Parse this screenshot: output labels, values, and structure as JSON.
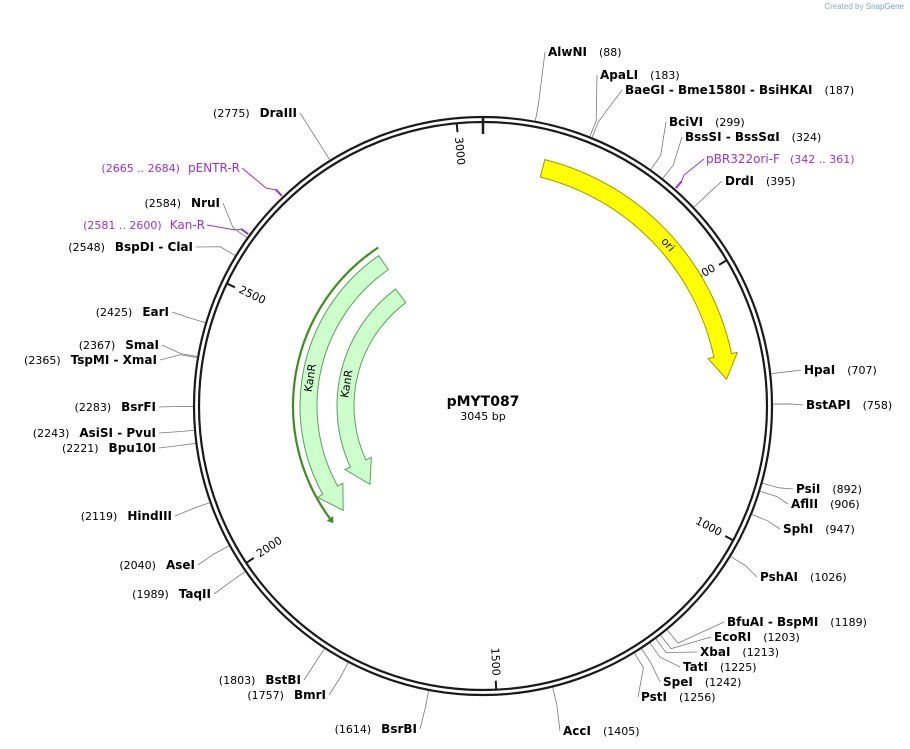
{
  "credit": {
    "prefix": "Created by",
    "brand": "SnapGene"
  },
  "plasmid": {
    "name": "pMYT087",
    "size_label": "3045 bp",
    "length": 3045
  },
  "ticks": [
    {
      "pos": 500,
      "label": "500"
    },
    {
      "pos": 1000,
      "label": "1000"
    },
    {
      "pos": 1500,
      "label": "1500"
    },
    {
      "pos": 2000,
      "label": "2000"
    },
    {
      "pos": 2500,
      "label": "2500"
    },
    {
      "pos": 3000,
      "label": "3000"
    }
  ],
  "features": [
    {
      "name": "ori",
      "start": 119,
      "end": 708,
      "direction": "cw",
      "color": "#ffff00",
      "stroke": "#9b9b00"
    },
    {
      "name": "KanR",
      "start": 1973,
      "end": 2751,
      "direction": "ccw",
      "color": "#ccffcc",
      "stroke": "#5aa05a"
    },
    {
      "name": "KanR",
      "start": 1990,
      "end": 2734,
      "direction": "ccw",
      "color": "#ccffcc",
      "stroke": "#5aa05a"
    }
  ],
  "orf": {
    "start": 1962,
    "end": 2762,
    "color": "#3e8e1b"
  },
  "primers": [
    {
      "name": "pBR322ori-F",
      "range": "(342 .. 361)",
      "pos": 351
    },
    {
      "name": "pENTR-R",
      "range": "(2665 .. 2684)",
      "pos": 2675
    },
    {
      "name": "Kan-R",
      "range": "(2581 .. 2600)",
      "pos": 2590
    }
  ],
  "sites": [
    {
      "name": "AlwNI",
      "pos": 88,
      "num": "(88)"
    },
    {
      "name": "ApaLI",
      "pos": 183,
      "num": "(183)"
    },
    {
      "name": "BaeGI  -  Bme1580I  -  BsiHKAI",
      "pos": 187,
      "num": "(187)"
    },
    {
      "name": "BciVI",
      "pos": 299,
      "num": "(299)"
    },
    {
      "name": "BssSI  -  BssSαI",
      "pos": 324,
      "num": "(324)"
    },
    {
      "name": "DrdI",
      "pos": 395,
      "num": "(395)"
    },
    {
      "name": "HpaI",
      "pos": 707,
      "num": "(707)"
    },
    {
      "name": "BstAPI",
      "pos": 758,
      "num": "(758)"
    },
    {
      "name": "PsiI",
      "pos": 892,
      "num": "(892)"
    },
    {
      "name": "AflII",
      "pos": 906,
      "num": "(906)"
    },
    {
      "name": "SphI",
      "pos": 947,
      "num": "(947)"
    },
    {
      "name": "PshAI",
      "pos": 1026,
      "num": "(1026)"
    },
    {
      "name": "BfuAI  -  BspMI",
      "pos": 1189,
      "num": "(1189)"
    },
    {
      "name": "EcoRI",
      "pos": 1203,
      "num": "(1203)"
    },
    {
      "name": "XbaI",
      "pos": 1213,
      "num": "(1213)"
    },
    {
      "name": "TatI",
      "pos": 1225,
      "num": "(1225)"
    },
    {
      "name": "SpeI",
      "pos": 1242,
      "num": "(1242)"
    },
    {
      "name": "PstI",
      "pos": 1256,
      "num": "(1256)"
    },
    {
      "name": "AccI",
      "pos": 1405,
      "num": "(1405)"
    },
    {
      "name": "BsrBI",
      "pos": 1614,
      "num": "(1614)"
    },
    {
      "name": "BmrI",
      "pos": 1757,
      "num": "(1757)"
    },
    {
      "name": "BstBI",
      "pos": 1803,
      "num": "(1803)"
    },
    {
      "name": "TaqII",
      "pos": 1989,
      "num": "(1989)"
    },
    {
      "name": "AseI",
      "pos": 2040,
      "num": "(2040)"
    },
    {
      "name": "HindIII",
      "pos": 2119,
      "num": "(2119)"
    },
    {
      "name": "Bpu10I",
      "pos": 2221,
      "num": "(2221)"
    },
    {
      "name": "AsiSI  -  PvuI",
      "pos": 2243,
      "num": "(2243)"
    },
    {
      "name": "BsrFI",
      "pos": 2283,
      "num": "(2283)"
    },
    {
      "name": "TspMI  -  XmaI",
      "pos": 2365,
      "num": "(2365)"
    },
    {
      "name": "SmaI",
      "pos": 2367,
      "num": "(2367)"
    },
    {
      "name": "EarI",
      "pos": 2425,
      "num": "(2425)"
    },
    {
      "name": "BspDI  -  ClaI",
      "pos": 2548,
      "num": "(2548)"
    },
    {
      "name": "NruI",
      "pos": 2584,
      "num": "(2584)"
    },
    {
      "name": "DraIII",
      "pos": 2775,
      "num": "(2775)"
    }
  ]
}
